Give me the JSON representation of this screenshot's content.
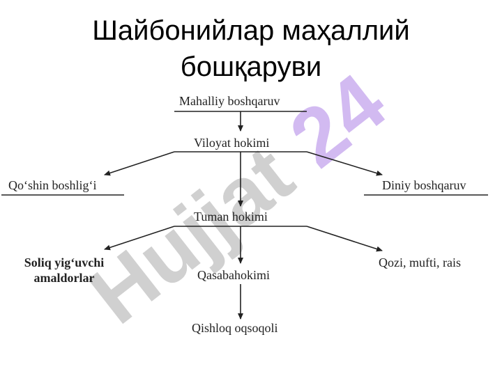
{
  "title": {
    "line1": "Шайбонийлар маҳаллий",
    "line2": "бошқаруви"
  },
  "diagram": {
    "nodes": {
      "root": "Mahalliy boshqaruv",
      "viloyat": "Viloyat hokimi",
      "qoshin": "Qo‘shin boshlig‘i",
      "diniy": "Diniy boshqaruv",
      "tuman": "Tuman hokimi",
      "soliq_line1": "Soliq yig‘uvchi",
      "soliq_line2": "amaldorlar",
      "qozi": "Qozi,  mufti,  rais",
      "qasaba": "Qasabahokimi",
      "qishloq": "Qishloq oqsoqoli"
    },
    "edges": [
      [
        "Mahalliy boshqaruv",
        "Viloyat hokimi"
      ],
      [
        "Viloyat hokimi",
        "Qo‘shin boshlig‘i"
      ],
      [
        "Viloyat hokimi",
        "Diniy boshqaruv"
      ],
      [
        "Viloyat hokimi",
        "Tuman hokimi"
      ],
      [
        "Tuman hokimi",
        "Soliq yig‘uvchi amaldorlar"
      ],
      [
        "Tuman hokimi",
        "Qozi, mufti, rais"
      ],
      [
        "Tuman hokimi",
        "Qasabahokimi"
      ],
      [
        "Qasabahokimi",
        "Qishloq oqsoqoli"
      ]
    ]
  },
  "watermark": {
    "text": "Hujjat 24",
    "colors": {
      "hujjat": "#c8c8c8",
      "num": "#cdb3ef"
    }
  },
  "colors": {
    "line": "#222222",
    "text": "#222222"
  }
}
